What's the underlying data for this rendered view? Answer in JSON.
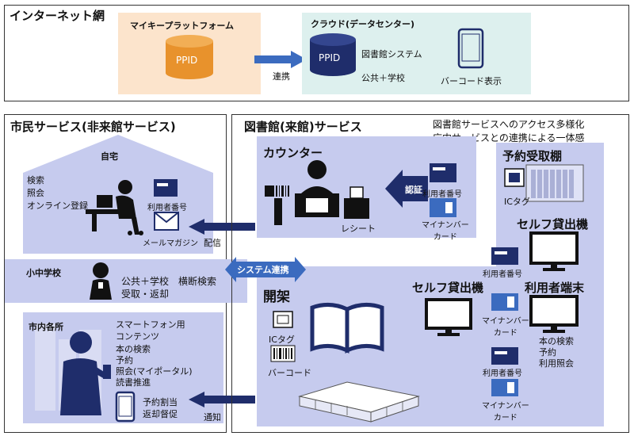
{
  "internet": {
    "title": "インターネット網",
    "platform": {
      "title": "マイキープラットフォーム",
      "ppid": "PPID"
    },
    "link_label": "連携",
    "cloud": {
      "title": "クラウド(データセンター)",
      "ppid": "PPID",
      "system_line1": "図書館システム",
      "system_line2": "公共＋学校",
      "barcode_label": "バーコード表示"
    }
  },
  "citizen": {
    "title": "市民サービス(非来館サービス)",
    "home": {
      "title": "自宅",
      "items": [
        "検索",
        "照会",
        "オンライン登録"
      ],
      "card_label": "利用者番号",
      "mail_label": "メールマガジン"
    },
    "delivery_label": "配信",
    "school": {
      "title": "小中学校",
      "line1": "公共＋学校　横断検索",
      "line2": "受取・返却"
    },
    "city": {
      "title": "市内各所",
      "content_lines": [
        "スマートフォン用",
        "コンテンツ",
        "本の検索",
        "予約",
        "照会(マイポータル)",
        "読書推進"
      ],
      "phone_lines": [
        "予約割当",
        "返却督促"
      ]
    },
    "notify_label": "通知"
  },
  "library": {
    "title": "図書館(来館)サービス",
    "note_line1": "図書館サービスへのアクセス多様化",
    "note_line2": "庁内サービスとの連携による一体感",
    "counter": {
      "title": "カウンター",
      "receipt_label": "レシート",
      "auth_label": "認証",
      "card_label": "利用者番号",
      "mynumber_label": "マイナンバー\nカード"
    },
    "system_link": "システム連携",
    "open_shelf": {
      "title": "開架",
      "ic_label": "ICタグ",
      "barcode_label": "バーコード"
    },
    "self_checkout_center": "セルフ貸出機",
    "reserve_shelf": {
      "title": "予約受取棚",
      "ic_label": "ICタグ"
    },
    "self_checkout_right": "セルフ貸出機",
    "user_terminal": {
      "title": "利用者端末",
      "lines": [
        "本の検索",
        "予約",
        "利用照会"
      ]
    },
    "card_label_a": "利用者番号",
    "mynumber_a": "マイナンバー\nカード",
    "card_label_b": "利用者番号",
    "mynumber_b": "マイナンバー\nカード"
  },
  "colors": {
    "navy": "#1f2d6b",
    "blue": "#3b6bbf",
    "lavender": "#c6cbee",
    "lavender_light": "#dfe2f6",
    "peach": "#fce4cc",
    "mint": "#ddf0ee",
    "orange": "#e8922c"
  }
}
